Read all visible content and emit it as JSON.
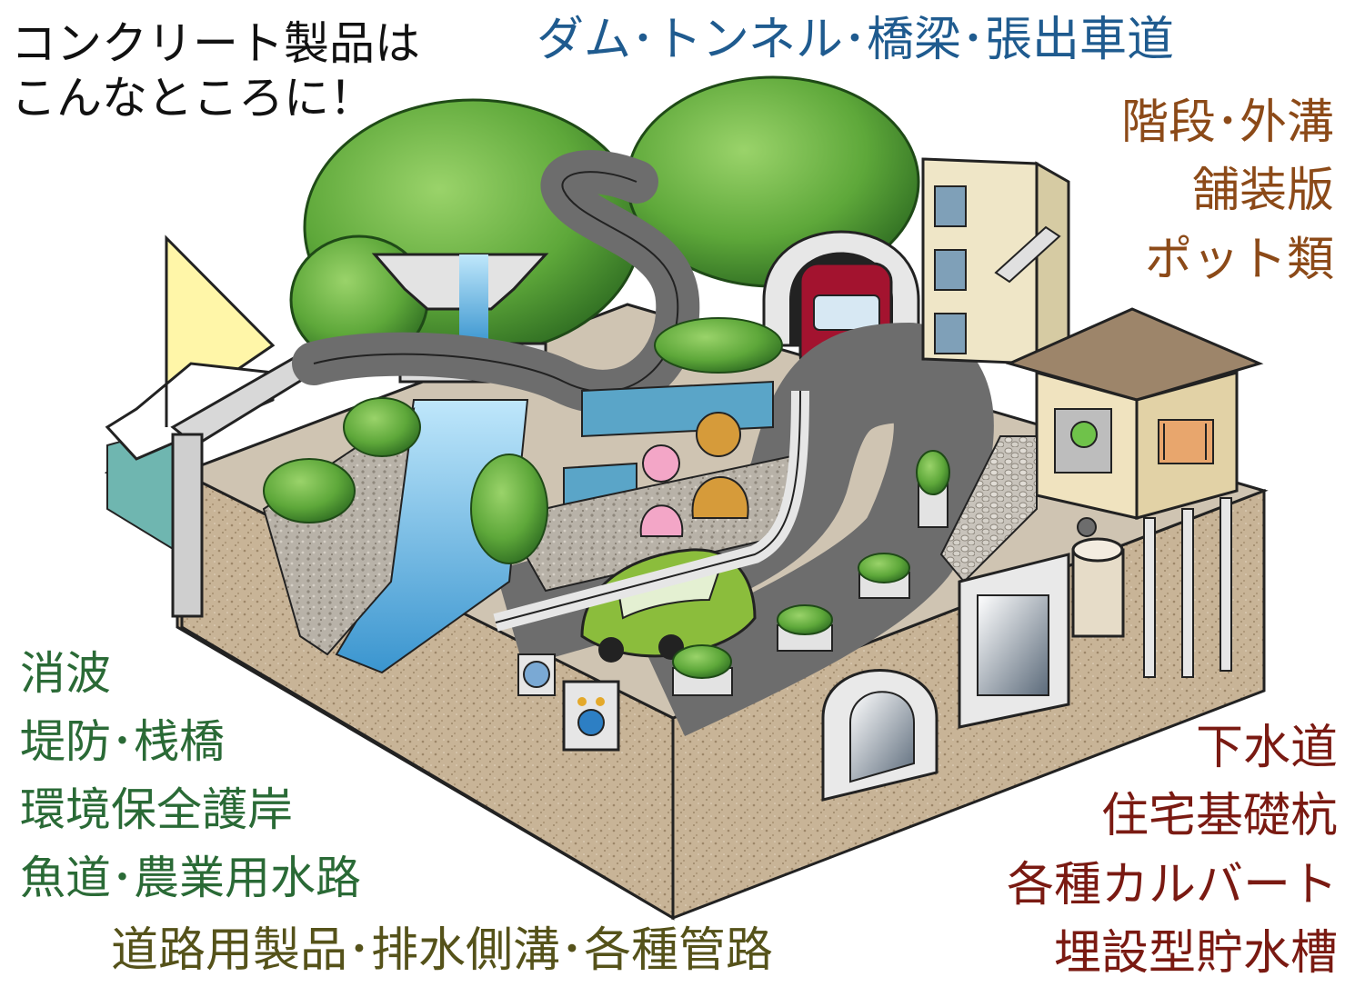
{
  "title": {
    "line1": "コンクリート製品は",
    "line2": "こんなところに！"
  },
  "labels": {
    "top_blue": "ダム･トンネル･橋梁･張出車道",
    "right_top": [
      "階段･外溝",
      "舗装版",
      "ポット類"
    ],
    "left_bottom": [
      "消波",
      "堤防･桟橋",
      "環境保全護岸",
      "魚道･農業用水路"
    ],
    "right_bottom": [
      "下水道",
      "住宅基礎杭",
      "各種カルバート",
      "埋設型貯水槽"
    ],
    "bottom": "道路用製品･排水側溝･各種管路"
  },
  "colors": {
    "title": "#111111",
    "blue": "#1f5b8f",
    "orange": "#8c4a18",
    "green": "#2a6a36",
    "red": "#7a1a12",
    "olive": "#55521a",
    "soil": "#c9b59a",
    "road": "#6d6d6d",
    "foliage": "#5faa3c",
    "water": "#5fb6e6"
  }
}
